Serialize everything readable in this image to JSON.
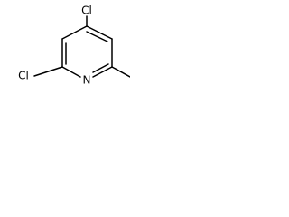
{
  "molecule": {
    "atoms": {
      "cl_top": "Cl",
      "cl_left": "Cl",
      "n_ring": "N"
    }
  }
}
